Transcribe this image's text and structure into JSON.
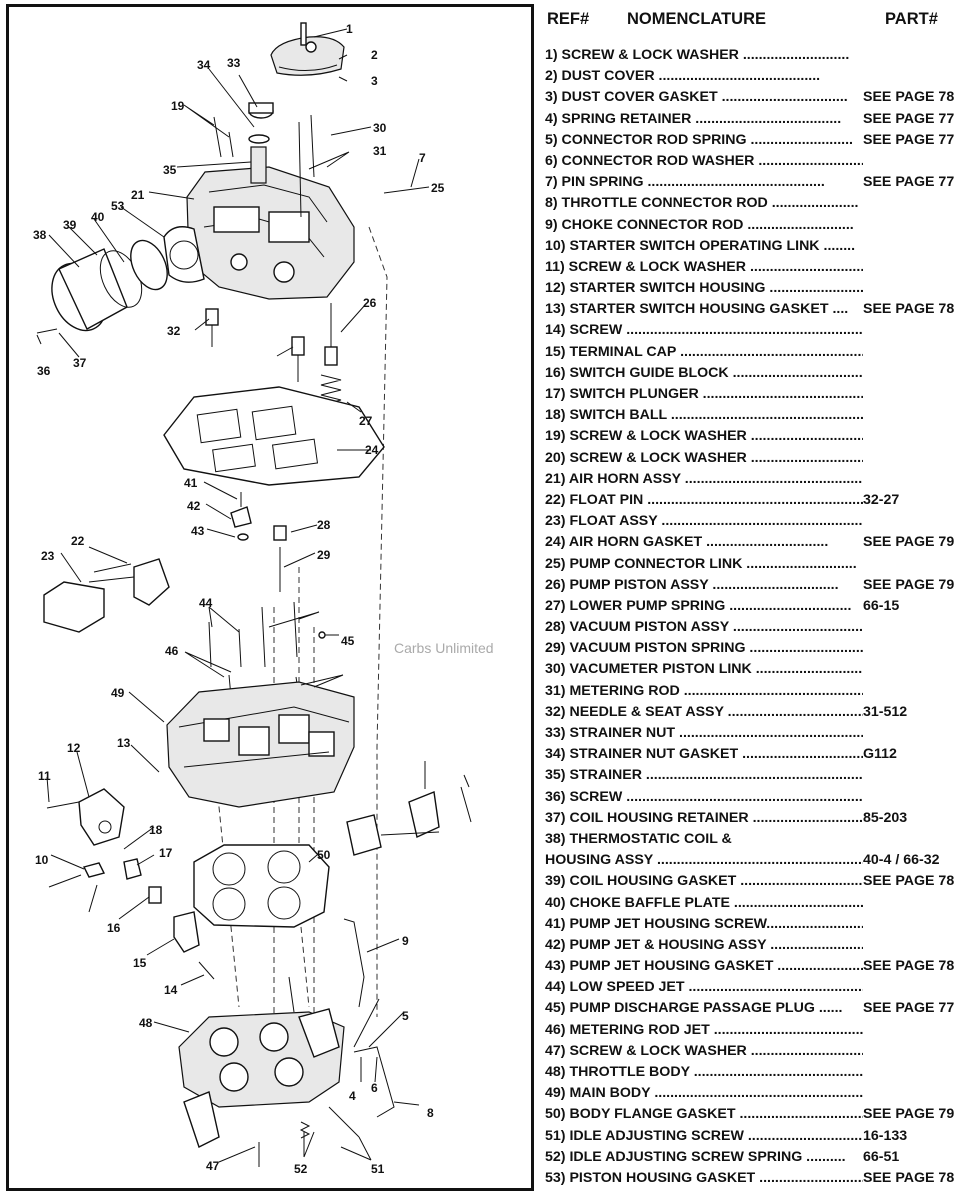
{
  "header": {
    "ref": "REF#",
    "nomenclature": "NOMENCLATURE",
    "part": "PART#"
  },
  "watermark": "Carbs Unlimited",
  "parts": [
    {
      "name": "1) SCREW & LOCK WASHER ...........................",
      "part": ""
    },
    {
      "name": "2) DUST COVER .........................................",
      "part": ""
    },
    {
      "name": "3) DUST COVER GASKET ................................",
      "part": "SEE PAGE 78"
    },
    {
      "name": "4) SPRING RETAINER .....................................",
      "part": "SEE PAGE 77"
    },
    {
      "name": "5) CONNECTOR ROD SPRING ..........................",
      "part": "SEE PAGE 77"
    },
    {
      "name": "6) CONNECTOR ROD WASHER ...........................",
      "part": ""
    },
    {
      "name": "7) PIN SPRING .............................................",
      "part": "SEE PAGE 77"
    },
    {
      "name": "8) THROTTLE CONNECTOR ROD ......................",
      "part": ""
    },
    {
      "name": "9) CHOKE CONNECTOR ROD ...........................",
      "part": ""
    },
    {
      "name": "10) STARTER SWITCH OPERATING LINK ........",
      "part": ""
    },
    {
      "name": "11) SCREW & LOCK WASHER .............................",
      "part": ""
    },
    {
      "name": "12) STARTER SWITCH HOUSING ........................",
      "part": ""
    },
    {
      "name": "13) STARTER SWITCH HOUSING GASKET ....",
      "part": "SEE PAGE 78"
    },
    {
      "name": "14) SCREW .............................................................",
      "part": ""
    },
    {
      "name": "15) TERMINAL CAP ................................................",
      "part": ""
    },
    {
      "name": "16) SWITCH GUIDE BLOCK ....................................",
      "part": ""
    },
    {
      "name": "17) SWITCH PLUNGER ...........................................",
      "part": ""
    },
    {
      "name": "18) SWITCH BALL ......................................................",
      "part": ""
    },
    {
      "name": "19) SCREW & LOCK WASHER ...............................",
      "part": ""
    },
    {
      "name": "20) SCREW & LOCK WASHER ...............................",
      "part": ""
    },
    {
      "name": "21) AIR HORN ASSY ...............................................",
      "part": ""
    },
    {
      "name": "22) FLOAT PIN .......................................................",
      "part": "32-27"
    },
    {
      "name": "23) FLOAT ASSY ......................................................",
      "part": ""
    },
    {
      "name": "24) AIR HORN GASKET ...............................",
      "part": "SEE PAGE 79"
    },
    {
      "name": "25) PUMP CONNECTOR LINK ............................",
      "part": ""
    },
    {
      "name": "26) PUMP PISTON ASSY ................................",
      "part": "SEE PAGE 79"
    },
    {
      "name": "27) LOWER PUMP SPRING ...............................",
      "part": "66-15"
    },
    {
      "name": "28) VACUUM PISTON ASSY ...................................",
      "part": ""
    },
    {
      "name": "29) VACUUM PISTON SPRING ...............................",
      "part": ""
    },
    {
      "name": "30) VACUMETER PISTON LINK ..............................",
      "part": ""
    },
    {
      "name": "31) METERING ROD .........................................................",
      "part": ""
    },
    {
      "name": "32) NEEDLE & SEAT ASSY ....................................",
      "part": "31-512"
    },
    {
      "name": "33) STRAINER NUT .......................................................",
      "part": ""
    },
    {
      "name": "34) STRAINER NUT GASKET ...................................",
      "part": "G112"
    },
    {
      "name": "35) STRAINER ..............................................................",
      "part": ""
    },
    {
      "name": "36) SCREW ...................................................................",
      "part": ""
    },
    {
      "name": "37) COIL HOUSING RETAINER .................................",
      "part": "85-203"
    },
    {
      "name": "38) THERMOSTATIC COIL &",
      "part": ""
    },
    {
      "name": "HOUSING ASSY ..............................................................",
      "part": "40-4 / 66-32"
    },
    {
      "name": "39) COIL HOUSING GASKET ..................................",
      "part": "SEE PAGE 78"
    },
    {
      "name": "40) CHOKE BAFFLE PLATE ........................................",
      "part": ""
    },
    {
      "name": "41) PUMP JET HOUSING SCREW................................",
      "part": ""
    },
    {
      "name": "42) PUMP JET & HOUSING ASSY ...........................",
      "part": ""
    },
    {
      "name": "43) PUMP JET HOUSING GASKET ......................",
      "part": "SEE PAGE 78"
    },
    {
      "name": "44) LOW SPEED JET ...................................................",
      "part": ""
    },
    {
      "name": "45) PUMP DISCHARGE PASSAGE PLUG ......",
      "part": "SEE PAGE 77"
    },
    {
      "name": "46) METERING ROD JET ..............................................",
      "part": ""
    },
    {
      "name": "47) SCREW & LOCK WASHER ...........................................",
      "part": ""
    },
    {
      "name": "48) THROTTLE BODY ......................................................",
      "part": ""
    },
    {
      "name": "49) MAIN BODY ............................................................",
      "part": ""
    },
    {
      "name": "50) BODY FLANGE GASKET .......................................",
      "part": "SEE PAGE 79"
    },
    {
      "name": "51) IDLE ADJUSTING SCREW ......................................",
      "part": "16-133"
    },
    {
      "name": "52) IDLE ADJUSTING SCREW SPRING ..........",
      "part": "66-51"
    },
    {
      "name": "53) PISTON HOUSING GASKET ...........................",
      "part": "SEE PAGE 78"
    }
  ],
  "callouts": [
    "1",
    "2",
    "3",
    "4",
    "5",
    "6",
    "7",
    "8",
    "9",
    "10",
    "11",
    "12",
    "13",
    "14",
    "15",
    "16",
    "17",
    "18",
    "19",
    "21",
    "22",
    "23",
    "24",
    "25",
    "26",
    "27",
    "28",
    "29",
    "30",
    "31",
    "32",
    "33",
    "34",
    "35",
    "36",
    "37",
    "38",
    "39",
    "40",
    "41",
    "42",
    "43",
    "44",
    "45",
    "46",
    "47",
    "48",
    "49",
    "50",
    "51",
    "52",
    "53"
  ]
}
